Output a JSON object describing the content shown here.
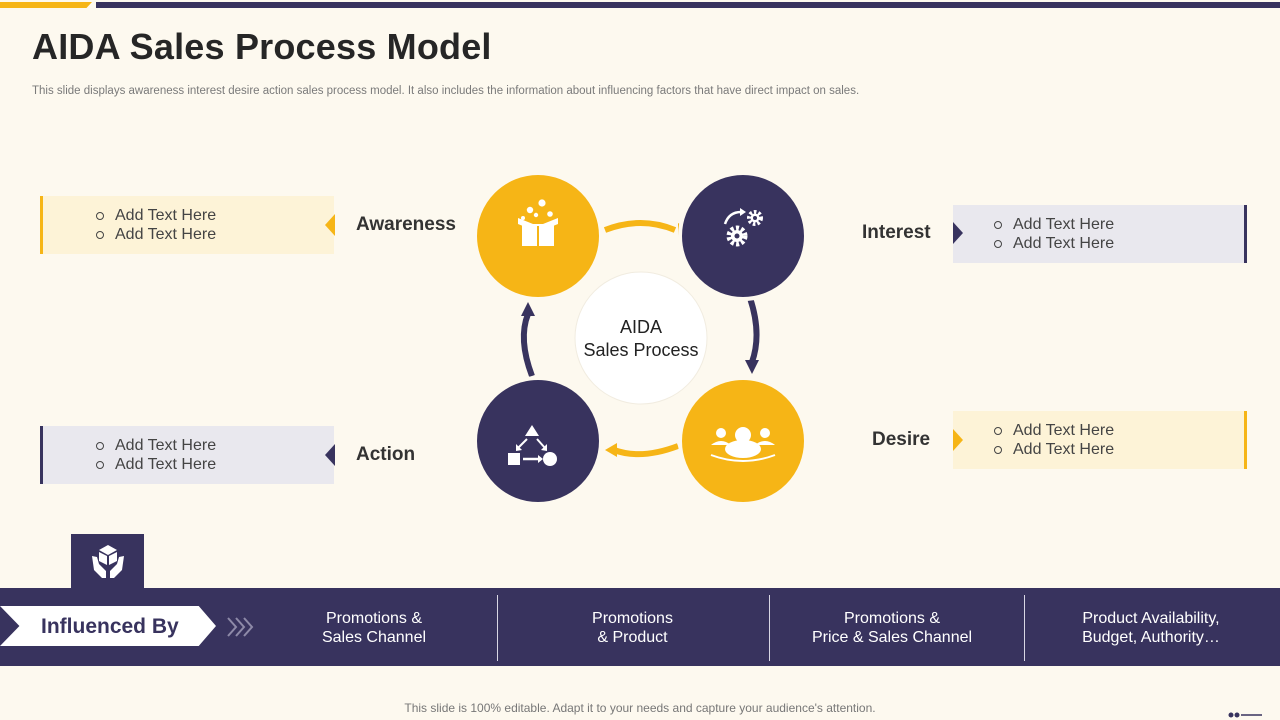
{
  "title": "AIDA Sales Process Model",
  "subtitle": "This slide displays awareness interest desire action sales process model. It also includes the information about influencing factors that have direct impact on sales.",
  "center_label": {
    "line1": "AIDA",
    "line2": "Sales Process"
  },
  "stages": {
    "awareness": {
      "label": "Awareness",
      "bullets": [
        "Add Text Here",
        "Add Text Here"
      ],
      "icon": "gift-box-icon"
    },
    "interest": {
      "label": "Interest",
      "bullets": [
        "Add Text Here",
        "Add Text Here"
      ],
      "icon": "gears-icon"
    },
    "desire": {
      "label": "Desire",
      "bullets": [
        "Add Text Here",
        "Add Text Here"
      ],
      "icon": "people-icon"
    },
    "action": {
      "label": "Action",
      "bullets": [
        "Add Text Here",
        "Add Text Here"
      ],
      "icon": "shapes-flow-icon"
    }
  },
  "influenced": {
    "label": "Influenced By",
    "icon": "hands-box-icon",
    "factors": [
      {
        "line1": "Promotions &",
        "line2": "Sales Channel"
      },
      {
        "line1": "Promotions",
        "line2": "& Product"
      },
      {
        "line1": "Promotions &",
        "line2": "Price & Sales Channel"
      },
      {
        "line1": "Product Availability,",
        "line2": "Budget, Authority…"
      }
    ]
  },
  "footer": "This slide is 100% editable. Adapt it to your needs and capture your audience's attention.",
  "colors": {
    "navy": "#38335e",
    "gold": "#f6b516",
    "background": "#fdf9ef"
  }
}
